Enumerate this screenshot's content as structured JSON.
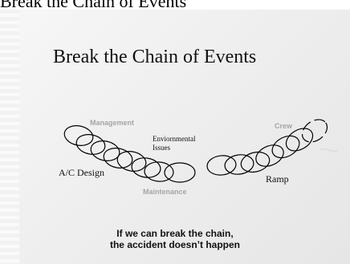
{
  "page_heading": "Break the Chain of Events",
  "slide": {
    "title": "Break the Chain of Events",
    "labels": {
      "management": "Management",
      "environmental_line1": "Enviornmental",
      "environmental_line2": "Issues",
      "ac_design": "A/C Design",
      "maintenance": "Maintenance",
      "crew": "Crew",
      "ramp": "Ramp"
    },
    "caption_line1": "If we can break the chain,",
    "caption_line2": "the accident doesn’t happen"
  }
}
